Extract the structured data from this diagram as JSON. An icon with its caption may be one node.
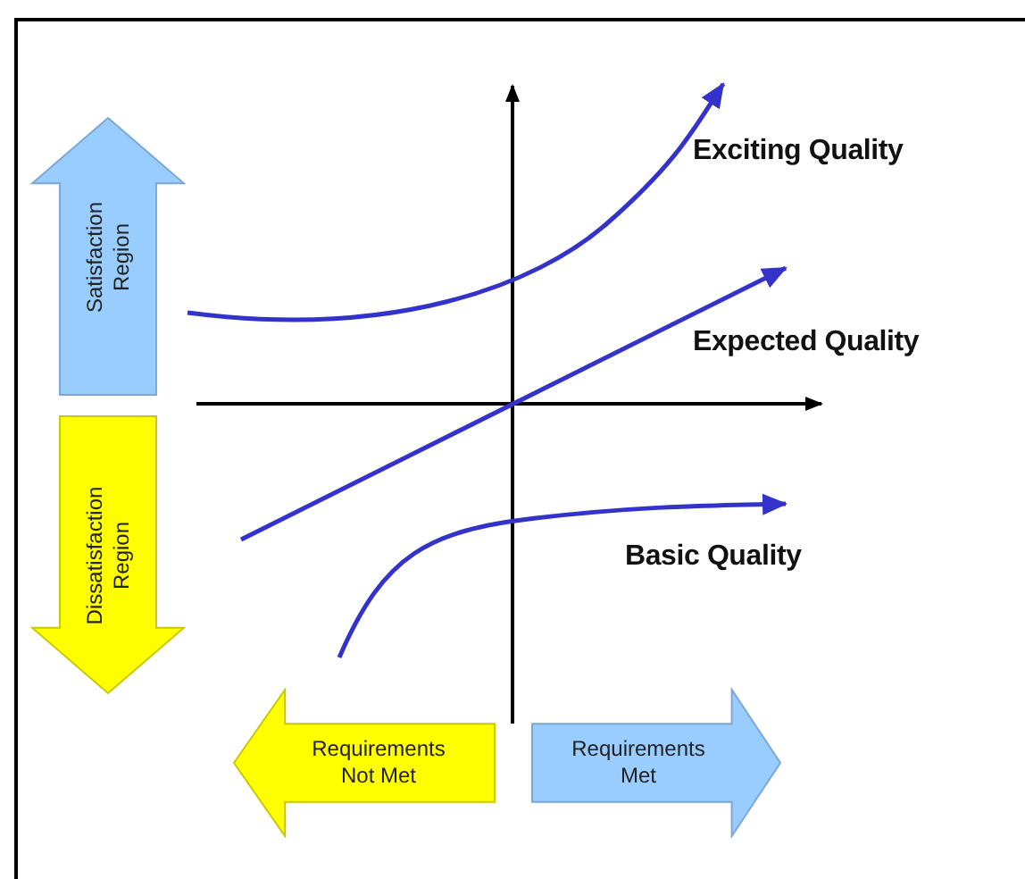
{
  "diagram": {
    "nodes": [
      {
        "text": [
          "Satisfaction Region"
        ]
      },
      {
        "text": [
          "Dissatisfaction Region"
        ]
      },
      {
        "text": [
          "Requirements Not Met"
        ]
      },
      {
        "text": [
          "Requirements Met"
        ]
      }
    ],
    "labels": [
      "Exciting Quality",
      "Expected Quality",
      "Basic Quality"
    ]
  }
}
